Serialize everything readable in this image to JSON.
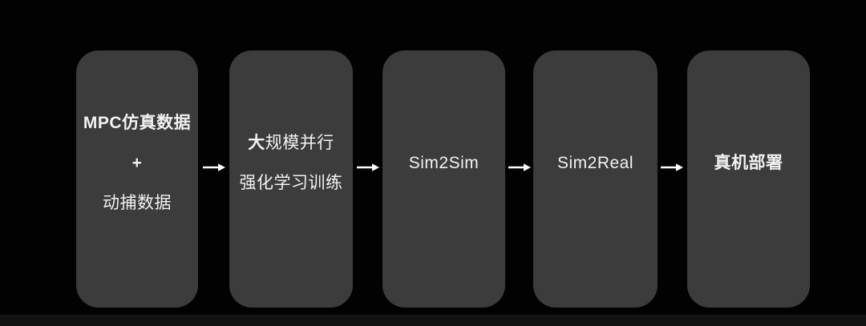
{
  "colors": {
    "background": "#020202",
    "node_fill": "#3c3c3c",
    "text": "#f2f2f2",
    "arrow": "#ffffff"
  },
  "flow": {
    "nodes": [
      {
        "line1": "MPC仿真数据",
        "line2": "+",
        "line3": "动捕数据"
      },
      {
        "line1_bold": "大",
        "line1_rest": "规模并行",
        "line2": "强化学习训练"
      },
      {
        "label": "Sim2Sim"
      },
      {
        "label": "Sim2Real"
      },
      {
        "label": "真机部署"
      }
    ]
  }
}
